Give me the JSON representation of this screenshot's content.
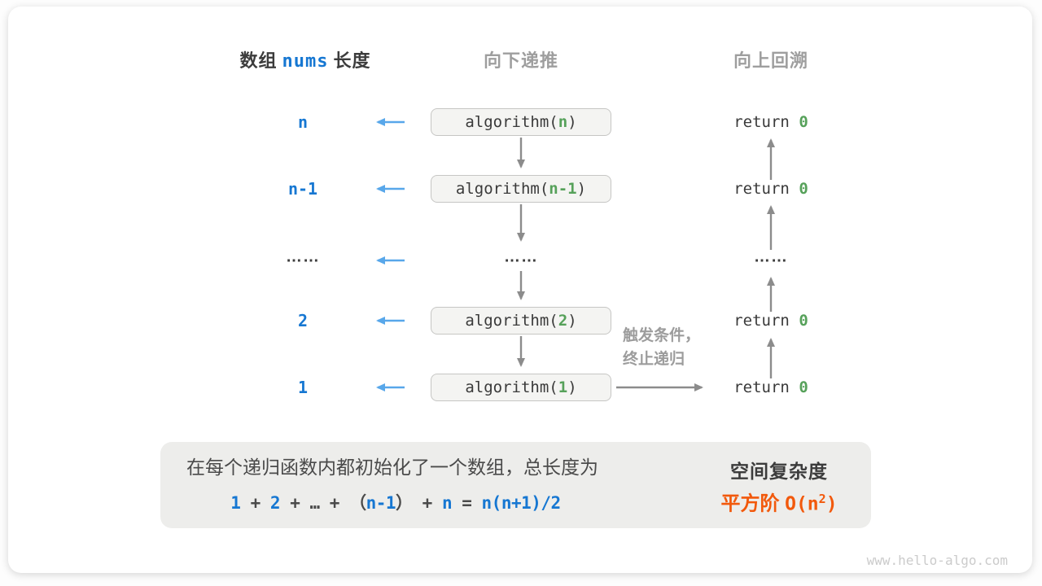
{
  "header": {
    "col1_pre": "数组",
    "col1_code": "nums",
    "col1_post": "长度",
    "col2": "向下递推",
    "col3": "向上回溯"
  },
  "rows": [
    {
      "label": "n",
      "box_pre": "algorithm(",
      "box_arg": "n",
      "box_post": ")",
      "ret_kw": "return ",
      "ret_val": "0"
    },
    {
      "label": "n-1",
      "box_pre": "algorithm(",
      "box_arg": "n-1",
      "box_post": ")",
      "ret_kw": "return ",
      "ret_val": "0"
    },
    {
      "label": "……",
      "mid_dots": "……",
      "right_dots": "……"
    },
    {
      "label": "2",
      "box_pre": "algorithm(",
      "box_arg": "2",
      "box_post": ")",
      "ret_kw": "return ",
      "ret_val": "0"
    },
    {
      "label": "1",
      "box_pre": "algorithm(",
      "box_arg": "1",
      "box_post": ")",
      "ret_kw": "return ",
      "ret_val": "0"
    }
  ],
  "trigger": {
    "line1": "触发条件，",
    "line2": "终止递归"
  },
  "summary": {
    "line1": "在每个递归函数内都初始化了一个数组，总长度为",
    "formula_parts": [
      {
        "t": "1",
        "c": "b"
      },
      {
        "t": " + ",
        "c": "d"
      },
      {
        "t": "2",
        "c": "b"
      },
      {
        "t": " + … + ",
        "c": "d"
      },
      {
        "t": "（",
        "c": "d"
      },
      {
        "t": "n-1",
        "c": "b"
      },
      {
        "t": "）",
        "c": "d"
      },
      {
        "t": " + ",
        "c": "d"
      },
      {
        "t": "n",
        "c": "b"
      },
      {
        "t": " = ",
        "c": "d"
      },
      {
        "t": "n(n+1)/2",
        "c": "b"
      }
    ],
    "result_title": "空间复杂度",
    "result_prefix": "平方阶 ",
    "result_o_pre": "O(n",
    "result_sup": "2",
    "result_o_post": ")"
  },
  "watermark": "www.hello-algo.com",
  "icons": {
    "left_arrow": "blue left arrow",
    "down_arrow": "gray down arrow",
    "up_arrow": "gray up arrow",
    "right_arrow": "gray right arrow",
    "implies_arrow": "light gray block right arrow"
  },
  "colors": {
    "blue_text": "#1677d2",
    "blue_arrow": "#58a7ea",
    "green": "#56a15a",
    "dark": "#3c3c3c",
    "gray_header": "#9e9e9e",
    "arrow_gray": "#8c8c8c",
    "box_bg": "#f4f4f2",
    "box_border": "#c6c6c4",
    "panel_bg": "#ededeb",
    "orange": "#f2590c",
    "big_arrow": "#c9c9c9"
  }
}
